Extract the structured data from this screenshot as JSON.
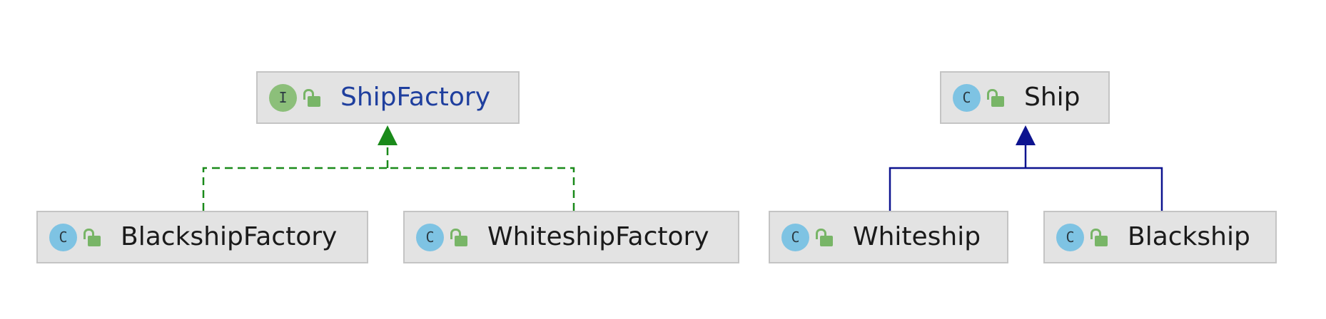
{
  "diagram": {
    "colors": {
      "node_fill": "#e3e3e3",
      "node_border": "#c4c4c4",
      "class_badge": "#7ec3e3",
      "interface_badge": "#8cbf7a",
      "public_lock": "#78b567",
      "interface_name": "#1f3f9e",
      "realization_edge": "#1a8a1a",
      "inheritance_edge": "#0d138f"
    },
    "nodes": {
      "ship_factory": {
        "kind": "I",
        "kind_name": "interface",
        "visibility_icon": "unlock-icon",
        "label": "ShipFactory"
      },
      "blackship_factory": {
        "kind": "C",
        "kind_name": "class",
        "visibility_icon": "unlock-icon",
        "label": "BlackshipFactory"
      },
      "whiteship_factory": {
        "kind": "C",
        "kind_name": "class",
        "visibility_icon": "unlock-icon",
        "label": "WhiteshipFactory"
      },
      "ship": {
        "kind": "C",
        "kind_name": "class",
        "visibility_icon": "unlock-icon",
        "label": "Ship"
      },
      "whiteship": {
        "kind": "C",
        "kind_name": "class",
        "visibility_icon": "unlock-icon",
        "label": "Whiteship"
      },
      "blackship": {
        "kind": "C",
        "kind_name": "class",
        "visibility_icon": "unlock-icon",
        "label": "Blackship"
      }
    },
    "edges": [
      {
        "from": "BlackshipFactory",
        "to": "ShipFactory",
        "type": "realization",
        "style": "dashed"
      },
      {
        "from": "WhiteshipFactory",
        "to": "ShipFactory",
        "type": "realization",
        "style": "dashed"
      },
      {
        "from": "Whiteship",
        "to": "Ship",
        "type": "inheritance",
        "style": "solid"
      },
      {
        "from": "Blackship",
        "to": "Ship",
        "type": "inheritance",
        "style": "solid"
      }
    ]
  }
}
